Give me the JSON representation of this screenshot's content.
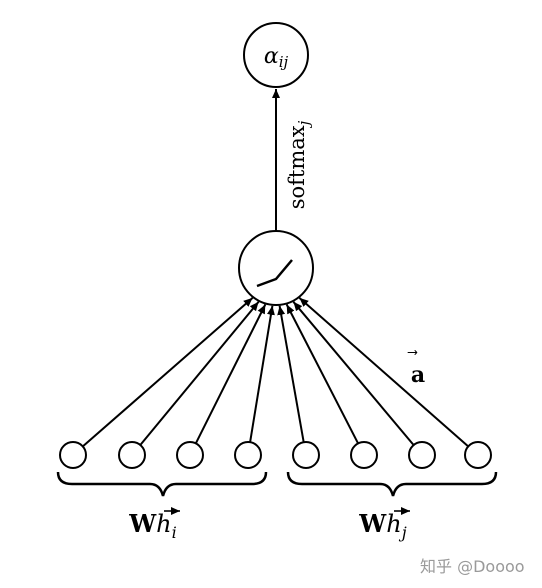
{
  "output_node": {
    "symbol": "α",
    "subscript": "ij"
  },
  "edge_label": {
    "text": "softmax",
    "subscript": "j"
  },
  "weight_vector_label": {
    "symbol": "a",
    "accent": "⃗"
  },
  "left_group_label": {
    "matrix": "W",
    "vector": "h",
    "subscript": "i"
  },
  "right_group_label": {
    "matrix": "W",
    "vector": "h",
    "subscript": "j"
  },
  "watermark": "知乎 @Doooo",
  "input_node_count": 8,
  "colors": {
    "stroke": "#000000",
    "background": "#ffffff",
    "watermark": "#9a9a9a"
  }
}
